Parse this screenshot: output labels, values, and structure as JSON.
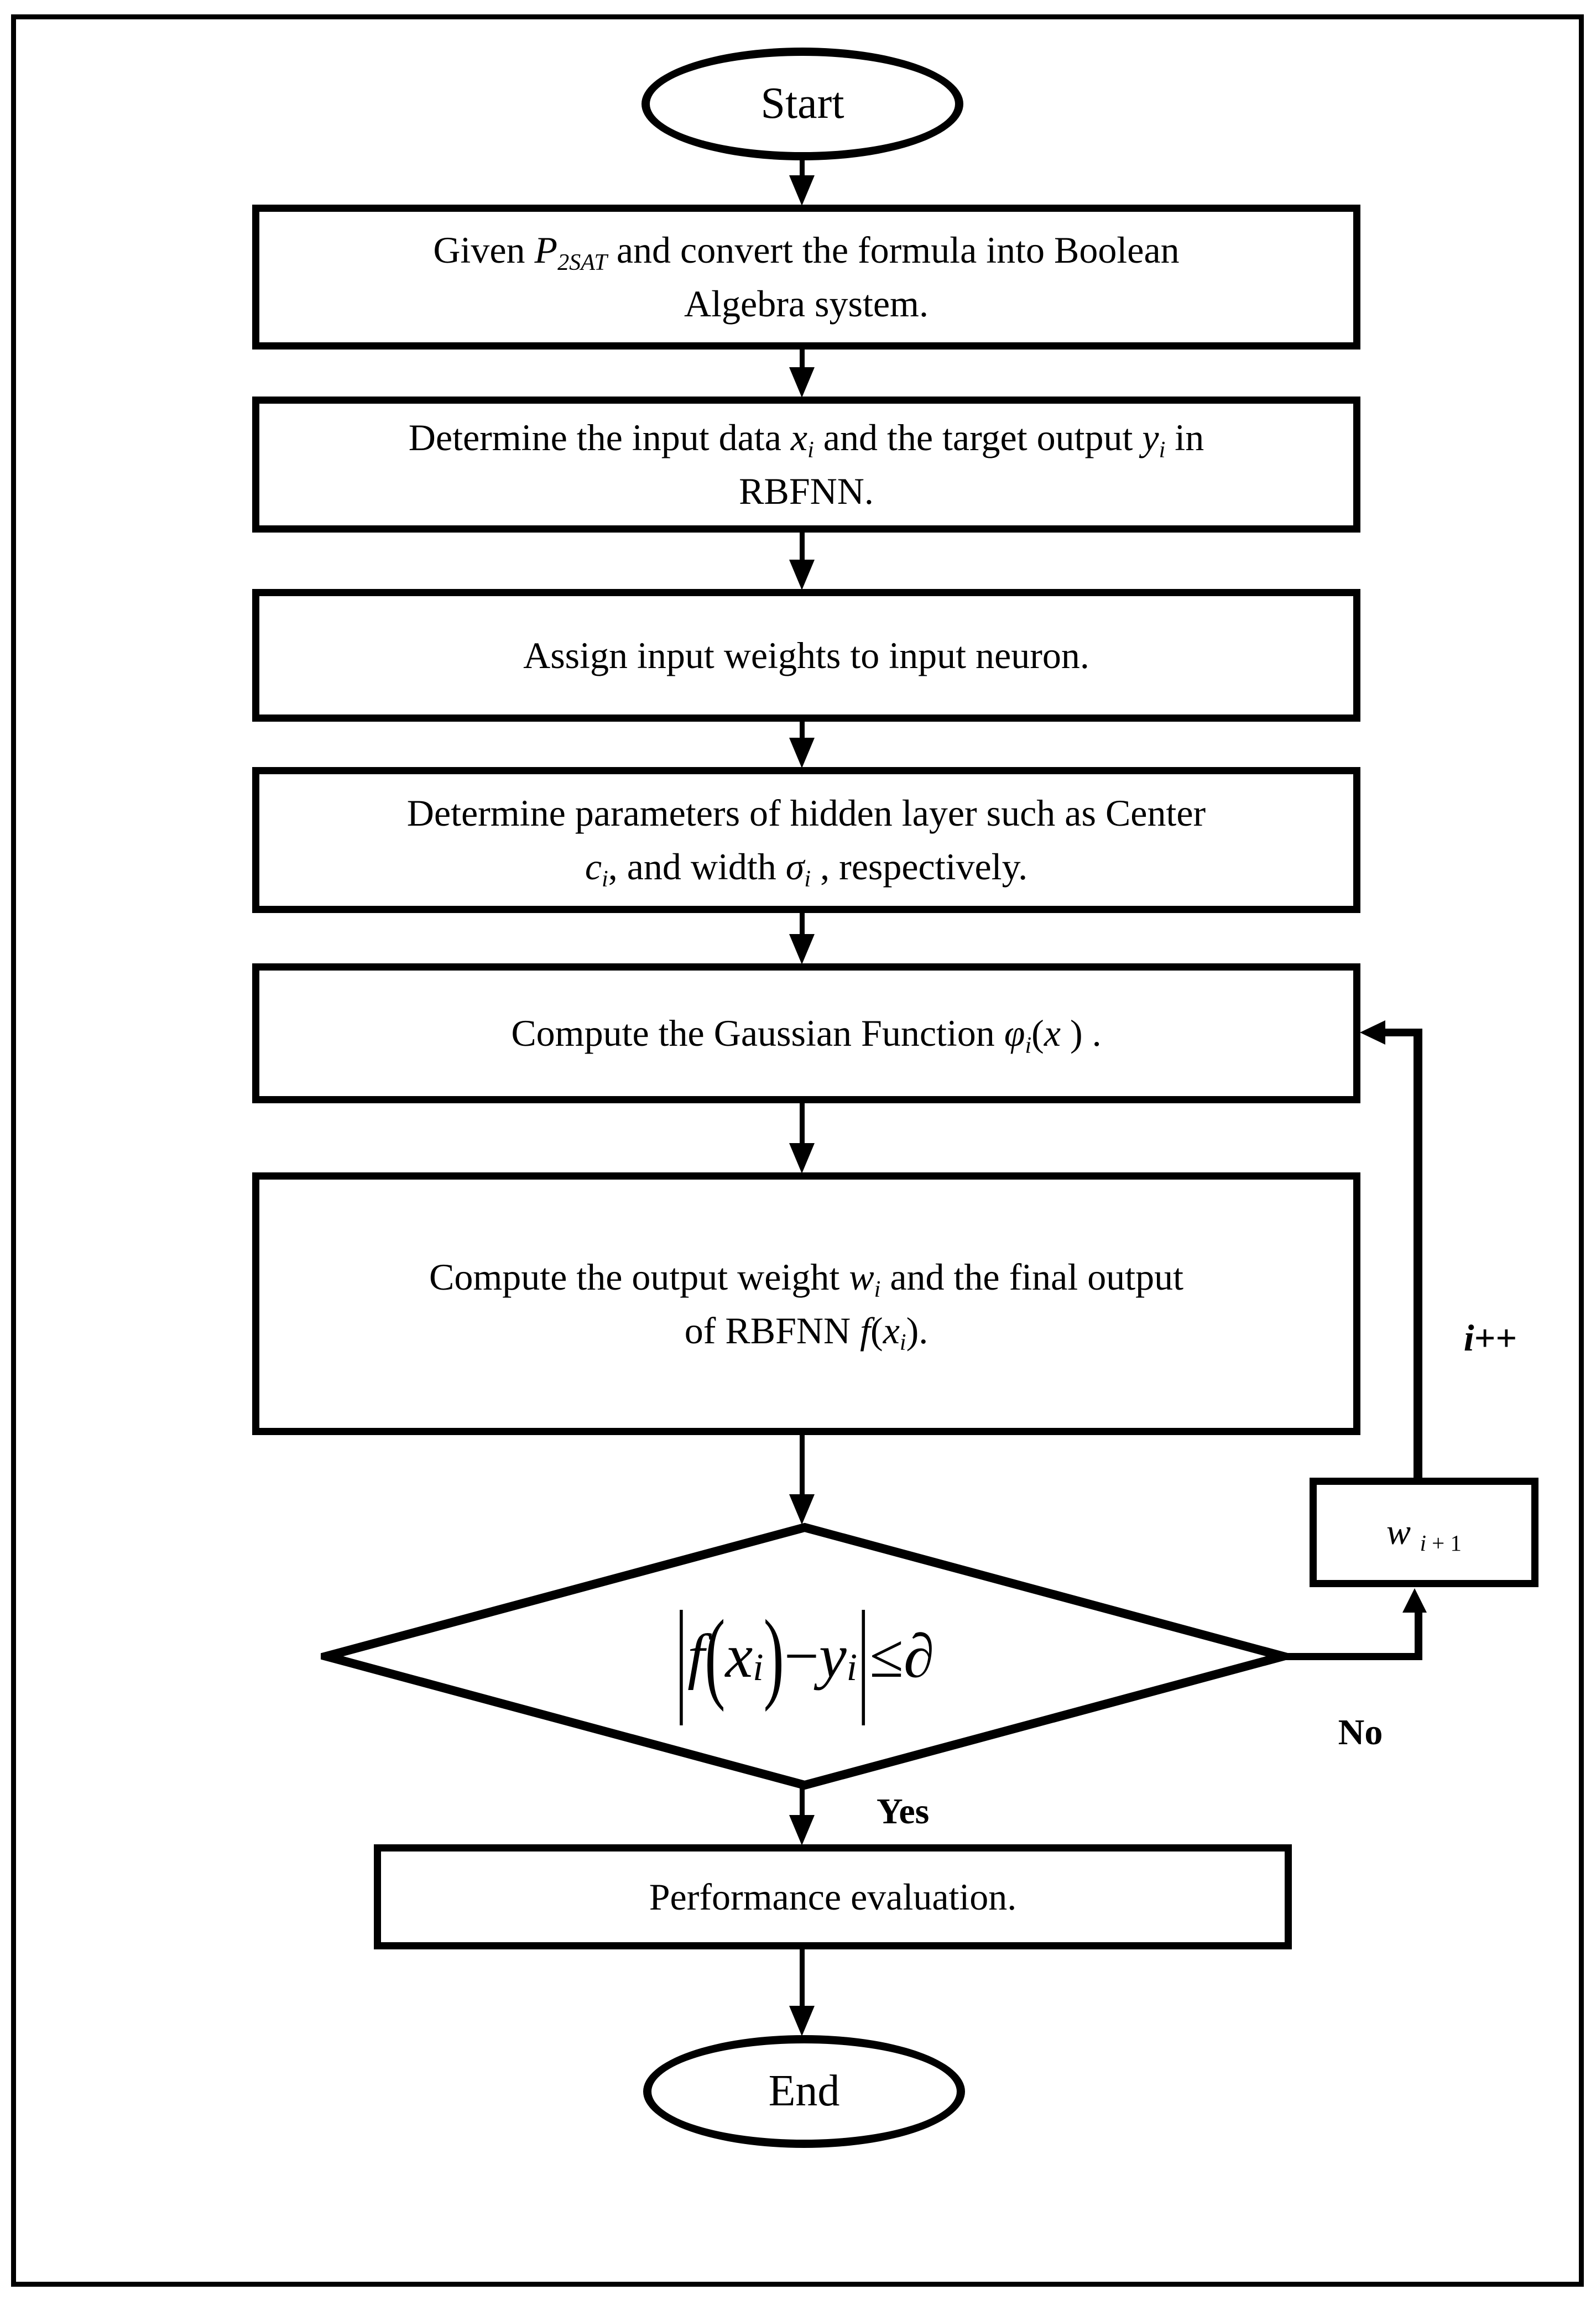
{
  "flowchart": {
    "colors": {
      "stroke": "#000000",
      "background": "#ffffff"
    },
    "nodes": {
      "start": {
        "label": [
          {
            "t": "Start"
          }
        ]
      },
      "step1": {
        "label": [
          {
            "t": "Given  "
          },
          {
            "t": "P",
            "s": "i"
          },
          {
            "t": "2SAT",
            "s": "i sub"
          },
          {
            "t": " and convert the formula into Boolean"
          },
          {
            "br": true
          },
          {
            "t": "Algebra system."
          }
        ]
      },
      "step2": {
        "label": [
          {
            "t": "Determine the input data "
          },
          {
            "t": "x",
            "s": "i"
          },
          {
            "t": "i",
            "s": "i sub"
          },
          {
            "t": " and the target output "
          },
          {
            "t": "y",
            "s": "i"
          },
          {
            "t": "i",
            "s": "i sub"
          },
          {
            "t": " in"
          },
          {
            "br": true
          },
          {
            "t": "RBFNN."
          }
        ]
      },
      "step3": {
        "label": [
          {
            "t": "Assign input weights to input neuron."
          }
        ]
      },
      "step4": {
        "label": [
          {
            "t": "Determine parameters of hidden layer such as Center"
          },
          {
            "br": true
          },
          {
            "t": "c",
            "s": "i"
          },
          {
            "t": "i",
            "s": "i sub"
          },
          {
            "t": ", and width  "
          },
          {
            "t": "σ",
            "s": "i"
          },
          {
            "t": "i",
            "s": "i sub"
          },
          {
            "t": " , respectively."
          }
        ]
      },
      "step5": {
        "label": [
          {
            "t": "Compute the Gaussian Function "
          },
          {
            "t": "φ",
            "s": "i"
          },
          {
            "t": "i",
            "s": "i sub"
          },
          {
            "t": "("
          },
          {
            "t": "x",
            "s": "i"
          },
          {
            "t": " ) ."
          }
        ]
      },
      "step6": {
        "label": [
          {
            "t": "Compute the output weight "
          },
          {
            "t": "w",
            "s": "i"
          },
          {
            "t": "i",
            "s": "i sub"
          },
          {
            "t": " and the final output"
          },
          {
            "br": true
          },
          {
            "t": "of RBFNN "
          },
          {
            "t": "f",
            "s": "i"
          },
          {
            "t": "("
          },
          {
            "t": "x",
            "s": "i"
          },
          {
            "t": "i",
            "s": "i sub"
          },
          {
            "t": ")."
          }
        ]
      },
      "decision": {
        "label": [
          {
            "t": "|",
            "s": "tall"
          },
          {
            "t": "f",
            "s": "i"
          },
          {
            "t": "(",
            "s": "st"
          },
          {
            "t": "x",
            "s": "i"
          },
          {
            "t": "i",
            "s": "i sub"
          },
          {
            "t": ")",
            "s": "st"
          },
          {
            "t": " − "
          },
          {
            "t": "y",
            "s": "i"
          },
          {
            "t": "i",
            "s": "i sub"
          },
          {
            "t": "|",
            "s": "tall"
          },
          {
            "t": " ≤ "
          },
          {
            "t": "∂",
            "s": "i"
          }
        ]
      },
      "weight_update": {
        "label": [
          {
            "t": "w",
            "s": "i"
          },
          {
            "t": "  "
          },
          {
            "t": "i",
            "s": "i sub"
          },
          {
            "t": " + 1",
            "s": "sub"
          }
        ]
      },
      "performance": {
        "label": [
          {
            "t": "Performance evaluation."
          }
        ]
      },
      "end": {
        "label": [
          {
            "t": "End"
          }
        ]
      }
    },
    "edge_labels": {
      "yes": [
        {
          "t": "Yes",
          "s": "b"
        }
      ],
      "no": [
        {
          "t": "No",
          "s": "b"
        }
      ],
      "increment": [
        {
          "t": "i",
          "s": "b i"
        },
        {
          "t": "++",
          "s": "b"
        }
      ]
    }
  }
}
